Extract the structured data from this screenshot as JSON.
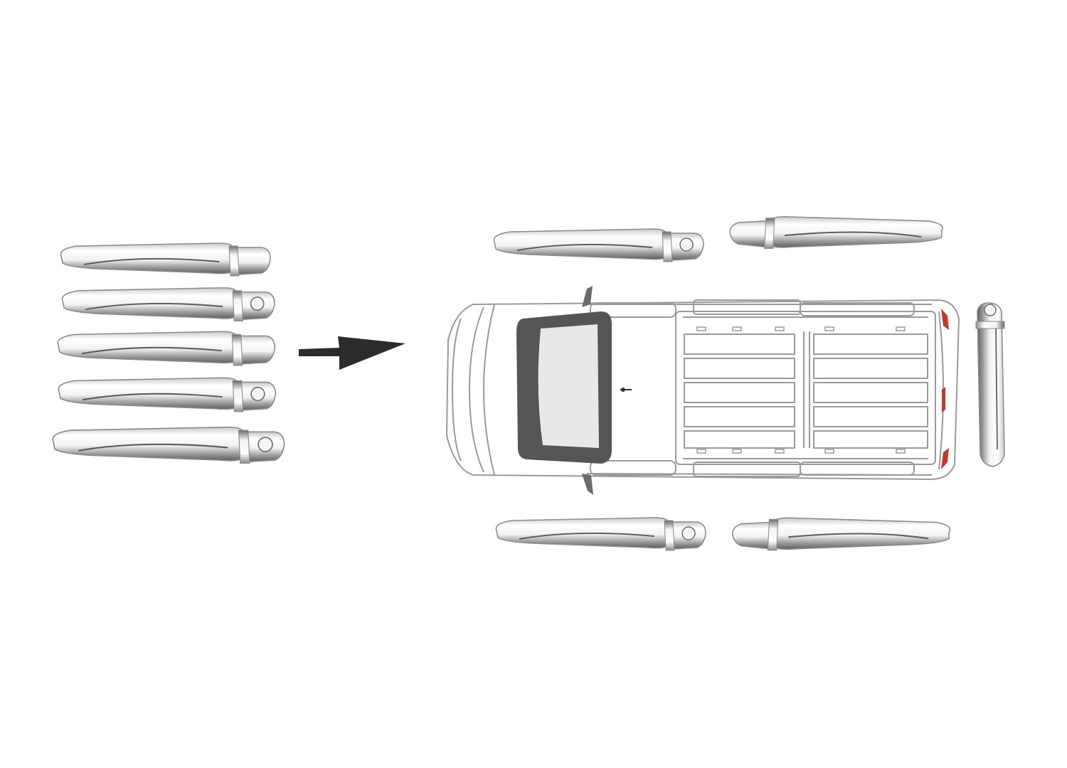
{
  "figure": {
    "title": "",
    "colors": {
      "background": "#ffffff",
      "chrome_light": "#f7f7f7",
      "chrome_mid": "#c9c9c9",
      "chrome_dark": "#6b6b6b",
      "outline": "#8a8a8a",
      "van_line": "#9a9a9a",
      "windshield": "#555555",
      "arrow": "#2b2b2b",
      "tail_light": "#c0392b"
    },
    "icons": [
      "door-handle-cover",
      "arrow-right",
      "van-top-view"
    ],
    "loose_handles": [
      {
        "type": "plain"
      },
      {
        "type": "keyhole"
      },
      {
        "type": "plain"
      },
      {
        "type": "keyhole"
      },
      {
        "type": "keyhole"
      }
    ],
    "mounted_handles": [
      {
        "position": "front-left",
        "type": "keyhole"
      },
      {
        "position": "rear-left",
        "type": "plain"
      },
      {
        "position": "front-right",
        "type": "keyhole"
      },
      {
        "position": "rear-right",
        "type": "plain"
      },
      {
        "position": "tailgate",
        "type": "keyhole"
      }
    ]
  }
}
